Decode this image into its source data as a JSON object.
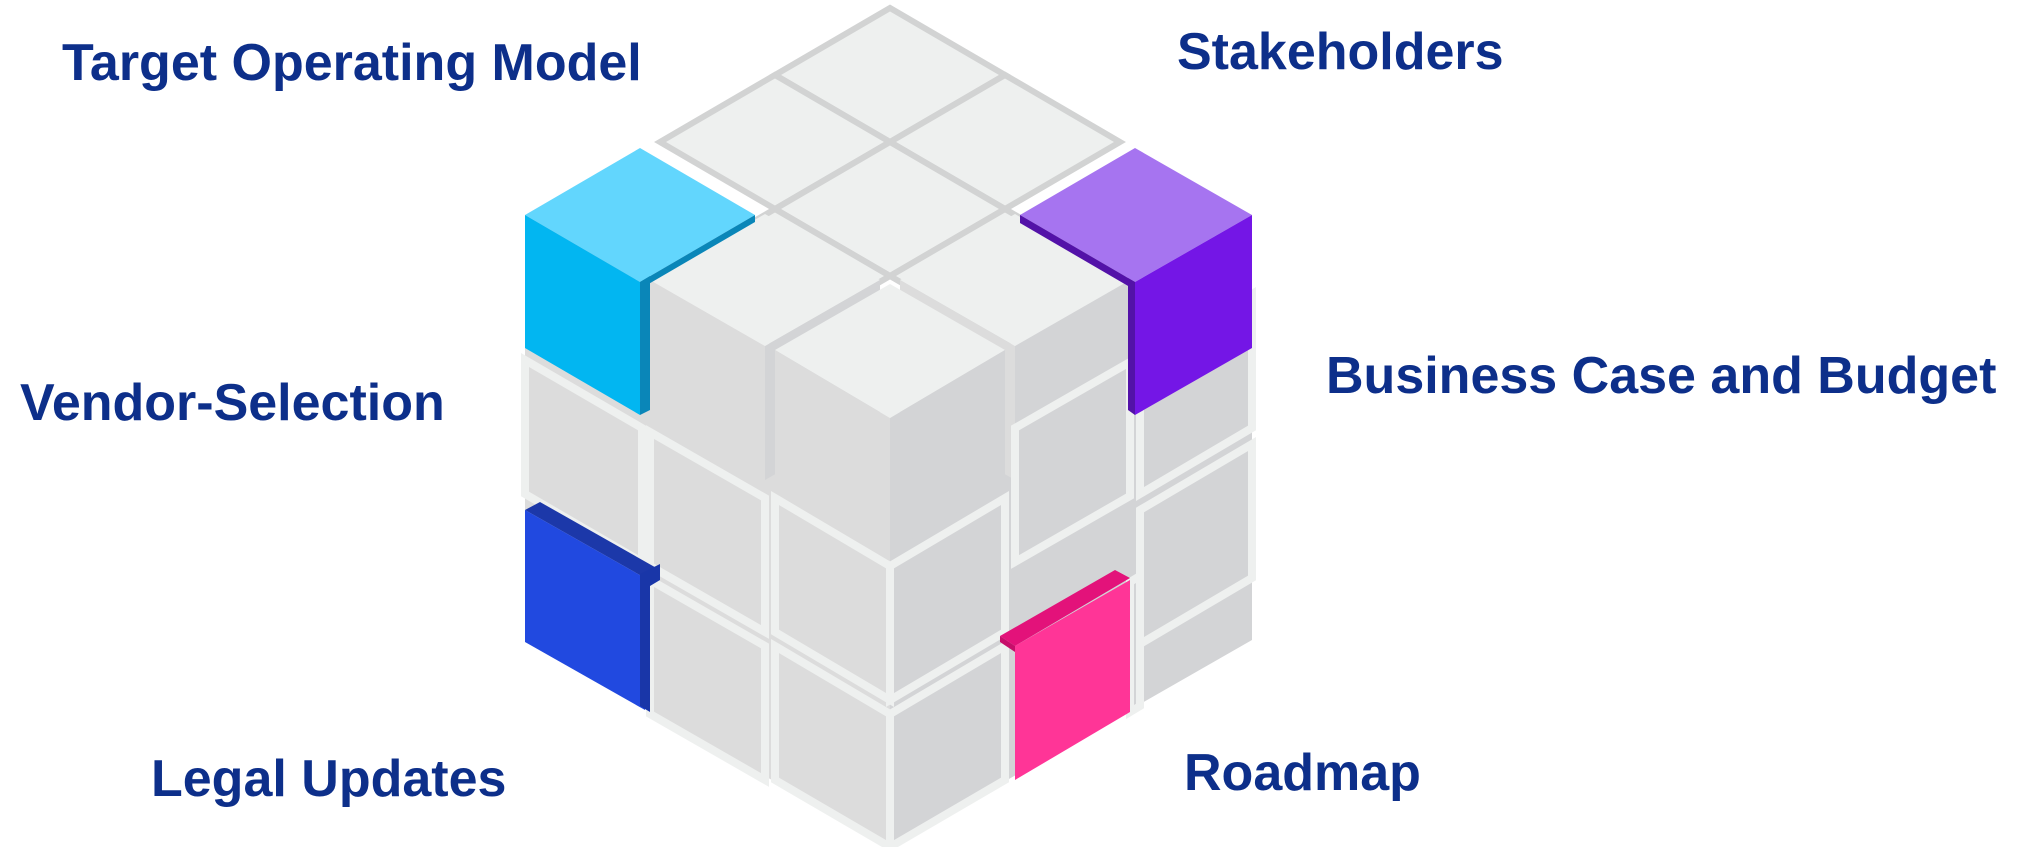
{
  "labels": {
    "target_operating_model": "Target Operating Model",
    "stakeholders": "Stakeholders",
    "vendor_selection": "Vendor-Selection",
    "business_case_and_budget": "Business Case and Budget",
    "legal_updates": "Legal Updates",
    "roadmap": "Roadmap"
  },
  "colors": {
    "label_text": "#0d2f8a",
    "grey_top": "#eef0ef",
    "grey_left": "#dcdcdc",
    "grey_right": "#d3d4d6",
    "grey_edge": "#c8c9cb",
    "cyan_top": "#62d6fd",
    "cyan_left": "#02b6f1",
    "cyan_edge": "#0a86b8",
    "purple_top": "#a674f0",
    "purple_right": "#7416e6",
    "purple_edge": "#5312a8",
    "blue_top": "#1c38a9",
    "blue_left": "#2149e0",
    "blue_edge": "#1936a8",
    "pink_top": "#e3127a",
    "pink_right": "#ff3597",
    "pink_edge": "#c60e6a"
  },
  "highlighted_cubes": [
    {
      "name": "cyan-cube",
      "color": "cyan"
    },
    {
      "name": "purple-cube",
      "color": "purple"
    },
    {
      "name": "blue-cube",
      "color": "blue"
    },
    {
      "name": "pink-cube",
      "color": "pink"
    }
  ]
}
